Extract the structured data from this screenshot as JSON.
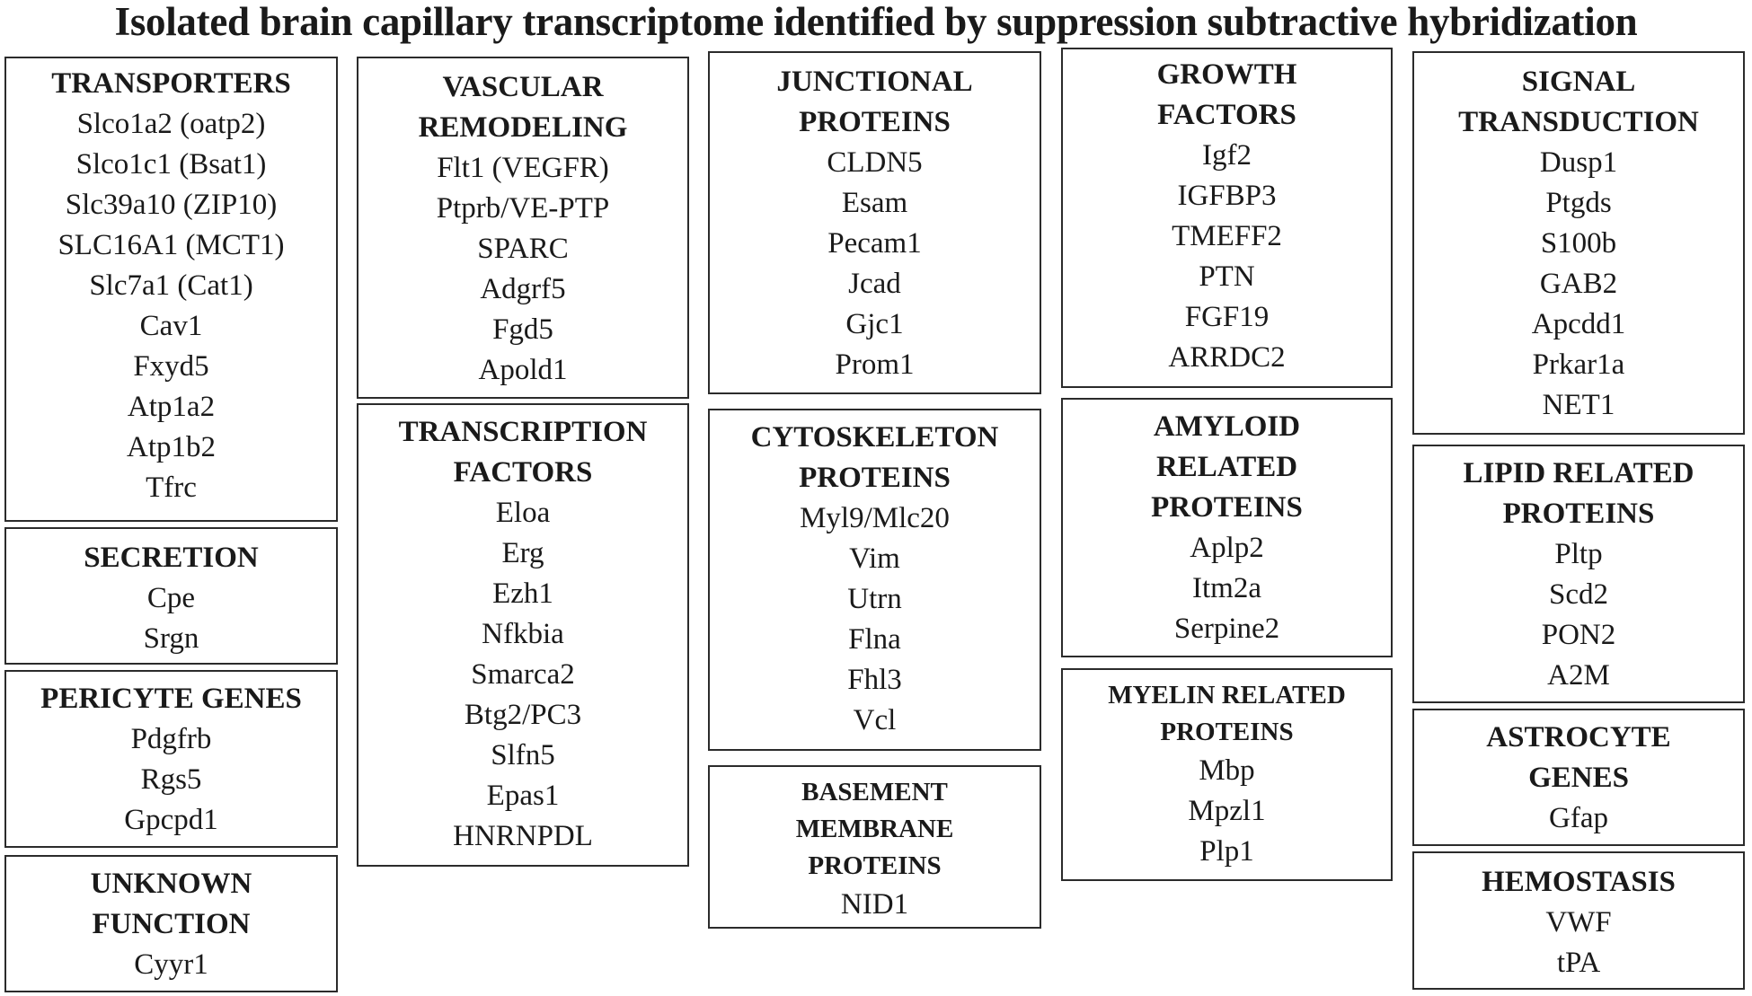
{
  "title": "Isolated brain capillary transcriptome identified by suppression subtractive hybridization",
  "categories": [
    {
      "id": "transporters",
      "title_lines": [
        "TRANSPORTERS"
      ],
      "genes": [
        "Slco1a2 (oatp2)",
        "Slco1c1 (Bsat1)",
        "Slc39a10 (ZIP10)",
        "SLC16A1 (MCT1)",
        "Slc7a1 (Cat1)",
        "Cav1",
        "Fxyd5",
        "Atp1a2",
        "Atp1b2",
        "Tfrc"
      ]
    },
    {
      "id": "secretion",
      "title_lines": [
        "SECRETION"
      ],
      "genes": [
        "Cpe",
        "Srgn"
      ]
    },
    {
      "id": "pericyte-genes",
      "title_lines": [
        "PERICYTE GENES"
      ],
      "genes": [
        "Pdgfrb",
        "Rgs5",
        "Gpcpd1"
      ]
    },
    {
      "id": "unknown-function",
      "title_lines": [
        "UNKNOWN",
        "FUNCTION"
      ],
      "genes": [
        "Cyyr1"
      ]
    },
    {
      "id": "vascular-remodeling",
      "title_lines": [
        "VASCULAR",
        "REMODELING"
      ],
      "genes": [
        "Flt1 (VEGFR)",
        "Ptprb/VE-PTP",
        "SPARC",
        "Adgrf5",
        "Fgd5",
        "Apold1"
      ]
    },
    {
      "id": "transcription-factors",
      "title_lines": [
        "TRANSCRIPTION",
        "FACTORS"
      ],
      "genes": [
        "Eloa",
        "Erg",
        "Ezh1",
        "Nfkbia",
        "Smarca2",
        "Btg2/PC3",
        "Slfn5",
        "Epas1",
        "HNRNPDL"
      ]
    },
    {
      "id": "junctional-proteins",
      "title_lines": [
        "JUNCTIONAL",
        "PROTEINS"
      ],
      "genes": [
        "CLDN5",
        "Esam",
        "Pecam1",
        "Jcad",
        "Gjc1",
        "Prom1"
      ]
    },
    {
      "id": "cytoskeleton-proteins",
      "title_lines": [
        "CYTOSKELETON",
        "PROTEINS"
      ],
      "genes": [
        "Myl9/Mlc20",
        "Vim",
        "Utrn",
        "Flna",
        "Fhl3",
        "Vcl"
      ]
    },
    {
      "id": "basement-membrane-proteins",
      "title_lines": [
        "BASEMENT",
        "MEMBRANE",
        "PROTEINS"
      ],
      "genes": [
        "NID1"
      ]
    },
    {
      "id": "growth-factors",
      "title_lines": [
        "GROWTH",
        "FACTORS"
      ],
      "genes": [
        "Igf2",
        "IGFBP3",
        "TMEFF2",
        "PTN",
        "FGF19",
        "ARRDC2"
      ]
    },
    {
      "id": "amyloid-related-proteins",
      "title_lines": [
        "AMYLOID",
        "RELATED",
        "PROTEINS"
      ],
      "genes": [
        "Aplp2",
        "Itm2a",
        "Serpine2"
      ]
    },
    {
      "id": "myelin-related-proteins",
      "title_lines": [
        "MYELIN RELATED",
        "PROTEINS"
      ],
      "genes": [
        "Mbp",
        "Mpzl1",
        "Plp1"
      ]
    },
    {
      "id": "signal-transduction",
      "title_lines": [
        "SIGNAL",
        "TRANSDUCTION"
      ],
      "genes": [
        "Dusp1",
        "Ptgds",
        "S100b",
        "GAB2",
        "Apcdd1",
        "Prkar1a",
        "NET1"
      ]
    },
    {
      "id": "lipid-related-proteins",
      "title_lines": [
        "LIPID RELATED",
        "PROTEINS"
      ],
      "genes": [
        "Pltp",
        "Scd2",
        "PON2",
        "A2M"
      ]
    },
    {
      "id": "astrocyte-genes",
      "title_lines": [
        "ASTROCYTE",
        "GENES"
      ],
      "genes": [
        "Gfap"
      ]
    },
    {
      "id": "hemostasis",
      "title_lines": [
        "HEMOSTASIS"
      ],
      "genes": [
        "VWF",
        "tPA"
      ]
    }
  ]
}
